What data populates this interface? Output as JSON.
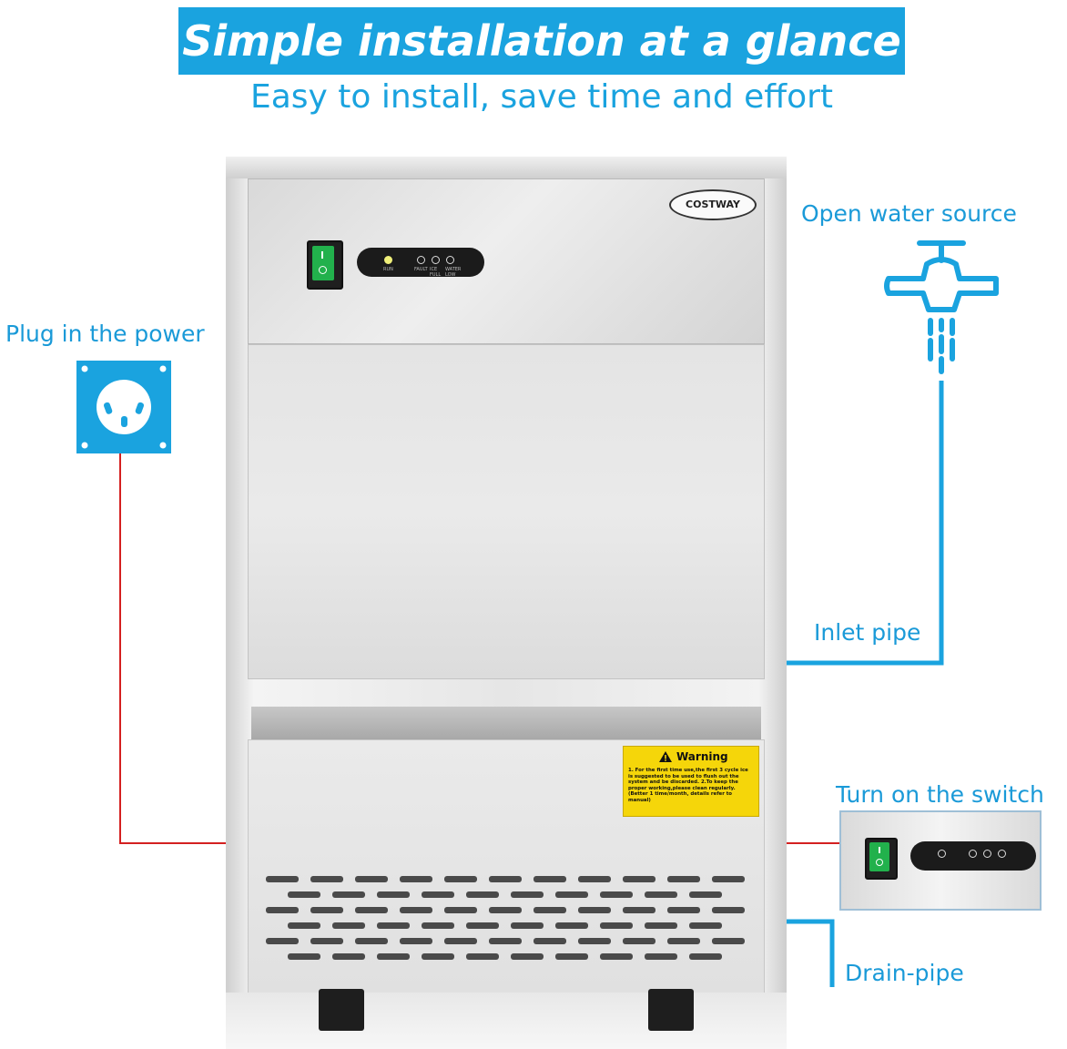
{
  "header": {
    "title": "Simple installation at a glance",
    "subtitle": "Easy to install, save time and effort"
  },
  "labels": {
    "power": "Plug in the power",
    "water": "Open water source",
    "inlet": "Inlet pipe",
    "switch": "Turn on the switch",
    "drain": "Drain-pipe"
  },
  "machine": {
    "brand": "COSTWAY",
    "indicators": [
      "RUN",
      "FAULT",
      "ICE FULL",
      "WATER LOW"
    ],
    "warning": {
      "title": "Warning",
      "text": "1. For the first time use,the first 3 cycle ice is suggested to be used to flush out the system and be discarded. 2.To keep the proper working,please clean regularly.(Better 1 time/month, details refer to manual)"
    }
  },
  "colors": {
    "accent": "#1aa3df",
    "power_line": "#d42020",
    "switch_green": "#22b14c",
    "warning_yellow": "#f5d60a"
  },
  "icons": [
    "power-socket-icon",
    "water-faucet-icon",
    "warning-triangle-icon"
  ]
}
